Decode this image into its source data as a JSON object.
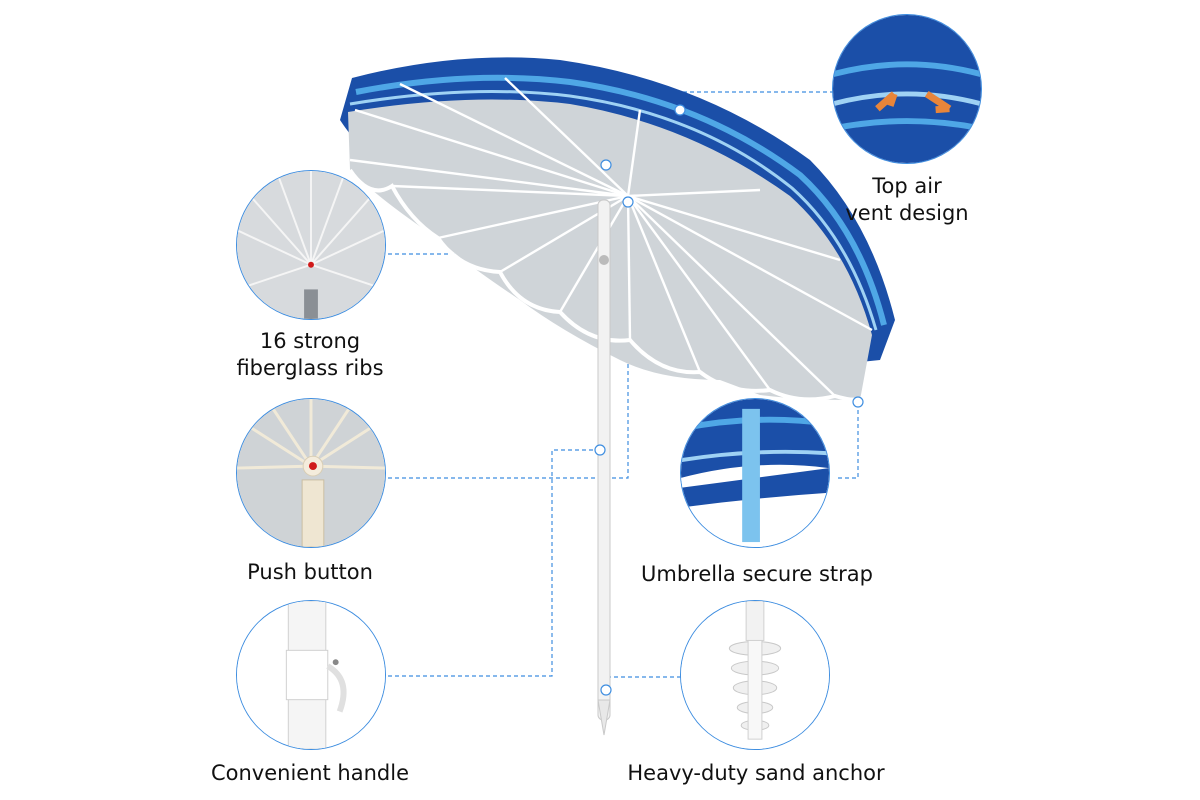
{
  "colors": {
    "canopy_blue": "#1b4fa8",
    "stripe_light": "#4fa7e6",
    "underside_grey": "#cfd4d8",
    "leader_line": "#3f8ee0",
    "pole_white": "#f2f2f2"
  },
  "features": [
    {
      "name": "top-air-vent",
      "label": "Top air\nvent design"
    },
    {
      "name": "fiberglass-ribs",
      "label": "16 strong\nfiberglass ribs"
    },
    {
      "name": "push-button",
      "label": "Push button"
    },
    {
      "name": "secure-strap",
      "label": "Umbrella secure strap"
    },
    {
      "name": "handle",
      "label": "Convenient handle"
    },
    {
      "name": "sand-anchor",
      "label": "Heavy-duty sand anchor"
    }
  ]
}
